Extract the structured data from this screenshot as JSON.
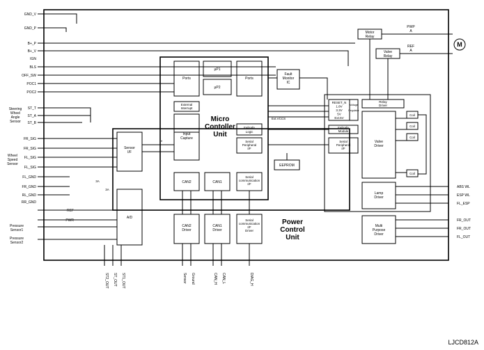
{
  "figure_code": "LJCD812A",
  "title_mcu": [
    "Micro",
    "Contoller",
    "Unit"
  ],
  "title_pcu": [
    "Power",
    "Control",
    "Unit"
  ],
  "left_pins": [
    "GND_V",
    "GND_P",
    "B+_P",
    "B+_V",
    "IGN",
    "BLS",
    "OFF_SW",
    "POC1",
    "POC2",
    "ST_T",
    "ST_A",
    "ST_B",
    "FR_SIG",
    "FR_SIG",
    "FL_SIG",
    "FL_SIG",
    "FL_GND",
    "FR_GND",
    "RL_GND",
    "RR_GND"
  ],
  "left_groups": {
    "steering": [
      "Steering",
      "Wheel",
      "Angle",
      "Sensor"
    ],
    "wheel": [
      "Wheel",
      "Speed",
      "Sensor"
    ],
    "ref": "REF",
    "pwr": "PWR",
    "pressure1": [
      "Pressure",
      "Sensor1"
    ],
    "pressure2": [
      "Pressure",
      "Sensor2"
    ]
  },
  "right_pins": [
    "ABS WL",
    "ESP WL",
    "FL_ESP",
    "FR_OUT",
    "FR_OUT",
    "FL_OUT"
  ],
  "motor": {
    "pwr_label": "PWP",
    "pwr_unit": "A",
    "ref_label": "REF",
    "ref_unit": "A",
    "symbol": "M",
    "motor_relay": [
      "Motor",
      "Relay"
    ],
    "valve_relay": [
      "Valve",
      "Relay"
    ]
  },
  "blocks": {
    "ports_left": "Ports",
    "up1": "µP1",
    "up2": "µP2",
    "ports_right": "Ports",
    "fault_monitor": [
      "Fault",
      "Monitor",
      "IC"
    ],
    "external_interrupt": [
      "External",
      "Interrupt"
    ],
    "input_capture": [
      "Input",
      "Capture"
    ],
    "failsafe_logic": [
      "Failsafe",
      "Logic"
    ],
    "serial_peripheral": [
      "Serial",
      "Peripheral",
      "I/F"
    ],
    "eeprom": "EEPROM",
    "can2": "CAN2",
    "can1": "CAN1",
    "serial_comm": [
      "Serial",
      "communication",
      "I/F"
    ],
    "sensor_if": [
      "Sensor",
      "I/F"
    ],
    "ad": "A/D",
    "reset": [
      "RESET_N",
      "1.8V",
      "3.3V",
      "5V",
      "Ext.5V"
    ],
    "voltage_regulator": [
      "Voltage",
      "Regulator"
    ],
    "relay_driver": [
      "Relay",
      "Driver"
    ],
    "failsafe_module": [
      "Failsafe",
      "Module"
    ],
    "serial_peripheral_if2": [
      "Serial",
      "Peripheral",
      "I/F"
    ],
    "valve_driver": [
      "Valve",
      "Driver"
    ],
    "coil": "Coil",
    "lamp_driver": [
      "Lamp",
      "Driver"
    ],
    "multi_purpose": [
      "Multi",
      "Purpose",
      "Driver"
    ],
    "can2_driver": [
      "CAN2",
      "Driver"
    ],
    "can1_driver": [
      "CAN1",
      "Driver"
    ],
    "serial_comm_driver": [
      "Serial",
      "communication",
      "I/F",
      "Driver"
    ],
    "ext_vcc": "Ext.VCCS",
    "ac1": "3A",
    "ac2": "3A",
    "star": "*"
  },
  "bottom_pins": [
    "ST2_OUT",
    "ST_OUT",
    "ST1_OUT",
    "Sensor",
    "Ground",
    "CAN_H",
    "CAN_L",
    "DIAG_H"
  ]
}
